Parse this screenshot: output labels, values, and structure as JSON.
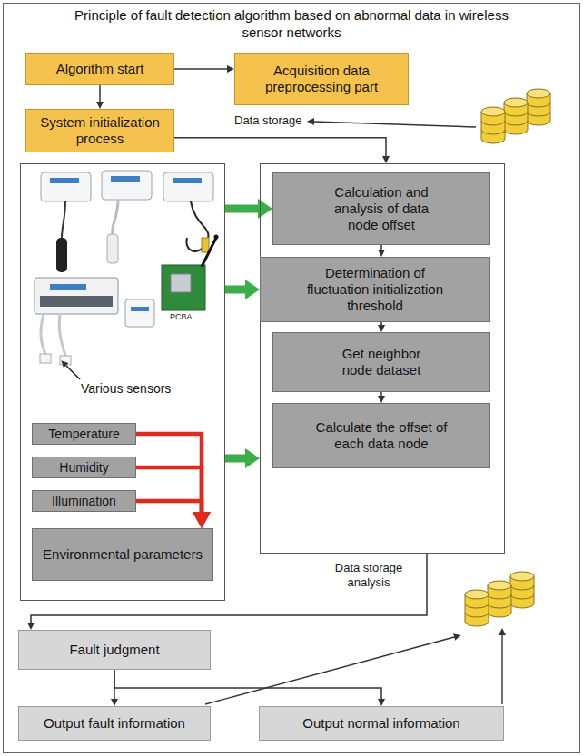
{
  "diagram": {
    "title": "Principle of fault detection algorithm based on abnormal data in wireless sensor networks",
    "nodes": [
      {
        "text": [
          "Algorithm start"
        ]
      },
      {
        "text": [
          "Acquisition data preprocessing part"
        ]
      },
      {
        "text": [
          "System initialization process"
        ]
      },
      {
        "text": [
          "Various sensors"
        ]
      },
      {
        "text": [
          "Temperature"
        ],
        "in": 3
      },
      {
        "text": [
          "Humidity"
        ],
        "in": 3
      },
      {
        "text": [
          "Illumination"
        ],
        "in": 3
      },
      {
        "text": [
          "Environmental parameters"
        ],
        "in": 3
      },
      {
        "text": []
      },
      {
        "text": [
          "Calculation and analysis of data node offset"
        ],
        "in": 8
      },
      {
        "text": [
          "Determination of fluctuation initialization threshold"
        ],
        "in": 8
      },
      {
        "text": [
          "Get neighbor node dataset"
        ],
        "in": 8
      },
      {
        "text": [
          "Calculate the offset of each data node"
        ],
        "in": 8
      },
      {
        "text": [
          "Fault judgment"
        ]
      },
      {
        "text": [
          "Output fault information"
        ]
      },
      {
        "text": [
          "Output normal information"
        ]
      }
    ],
    "edges": [
      {
        "from": 0,
        "to": 1,
        "arrow": "to"
      },
      {
        "from": 0,
        "to": 2,
        "arrow": "to"
      },
      {
        "from": 2,
        "to": 8,
        "arrow": "to"
      },
      {
        "from": 3,
        "to": 9,
        "arrow": "to"
      },
      {
        "from": 3,
        "to": 10,
        "arrow": "to"
      },
      {
        "from": 3,
        "to": 8,
        "arrow": "to"
      },
      {
        "from": 9,
        "to": 10,
        "arrow": "to"
      },
      {
        "from": 10,
        "to": 11,
        "arrow": "to"
      },
      {
        "from": 11,
        "to": 12,
        "arrow": "to"
      },
      {
        "from": 4,
        "to": 7,
        "arrow": "to"
      },
      {
        "from": 5,
        "to": 7,
        "arrow": "to"
      },
      {
        "from": 6,
        "to": 7,
        "arrow": "to"
      },
      {
        "from": 8,
        "to": 13,
        "label": "Data storage analysis",
        "arrow": "to"
      },
      {
        "from": 13,
        "to": 14,
        "arrow": "to"
      },
      {
        "from": 13,
        "to": 15,
        "arrow": "to"
      }
    ],
    "labels": [
      "Data storage",
      "PCBA"
    ]
  }
}
